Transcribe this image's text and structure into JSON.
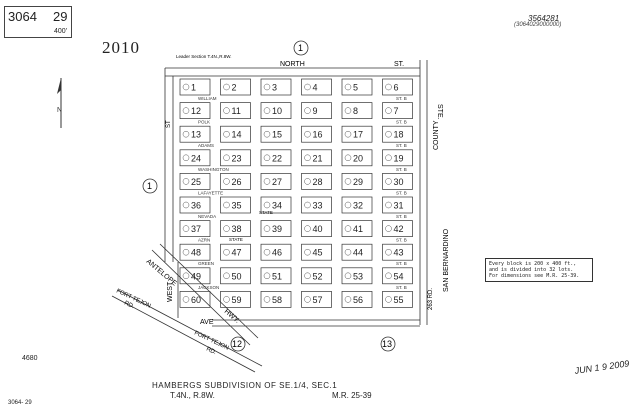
{
  "header": {
    "book": "3064",
    "page": "29",
    "scale": "400'",
    "year": "2010",
    "ref_number": "3564281",
    "ref_sub": "(3064029000000)",
    "leader_note": "Leader Section T.4N.,R.8W."
  },
  "streets": {
    "north": "NORTH",
    "north_st": "ST.",
    "west": "WEST",
    "st_left": "ST",
    "st_right": "ST. B",
    "rd_263": "263 RD.",
    "antelope": "ANTELOPE",
    "hwy": "HWY.",
    "fort_tejon_top": "FORT TEJON",
    "fort_tejon_rd": "RD.",
    "fort_tejon_bottom": "FORT TEJON",
    "fort_tejon_bottom_rd": "RD.",
    "ave": "AVE",
    "rows": [
      "WILLIAM",
      "POLK",
      "ADAMS",
      "WASHINGTON",
      "LAFAYETTE",
      "NEVADA",
      "AZRN",
      "GREEN",
      "JACKSON"
    ],
    "county": "SAN BERNARDINO",
    "county_word": "COUNTY",
    "ste": "STE.",
    "state": "STATE"
  },
  "sections": {
    "s1": "1",
    "s12": "12",
    "s13": "13"
  },
  "parcel_rows": [
    [
      1,
      2,
      3,
      4,
      5,
      6
    ],
    [
      12,
      11,
      10,
      9,
      8,
      7
    ],
    [
      13,
      14,
      15,
      16,
      17,
      18
    ],
    [
      24,
      23,
      22,
      21,
      20,
      19
    ],
    [
      25,
      26,
      27,
      28,
      29,
      30
    ],
    [
      36,
      35,
      34,
      33,
      32,
      31
    ],
    [
      37,
      38,
      39,
      40,
      41,
      42
    ],
    [
      48,
      47,
      46,
      45,
      44,
      43
    ],
    [
      49,
      50,
      51,
      52,
      53,
      54
    ],
    [
      60,
      59,
      58,
      57,
      56,
      55
    ]
  ],
  "legend": {
    "line1": "Every block is 200 x 400 ft.,",
    "line2": "and is divided into 32 lots.",
    "line3": "For dimensions see M.R. 25-39."
  },
  "title": {
    "line1": "HAMBERGS SUBDIVISION OF SE.1/4, SEC.1",
    "line2": "T.4N., R.8W.",
    "line3": "M.R. 25-39"
  },
  "date_stamp": "JUN 1 9 2009",
  "ref_4680": "4680",
  "bottom_ref": "3064- 29"
}
